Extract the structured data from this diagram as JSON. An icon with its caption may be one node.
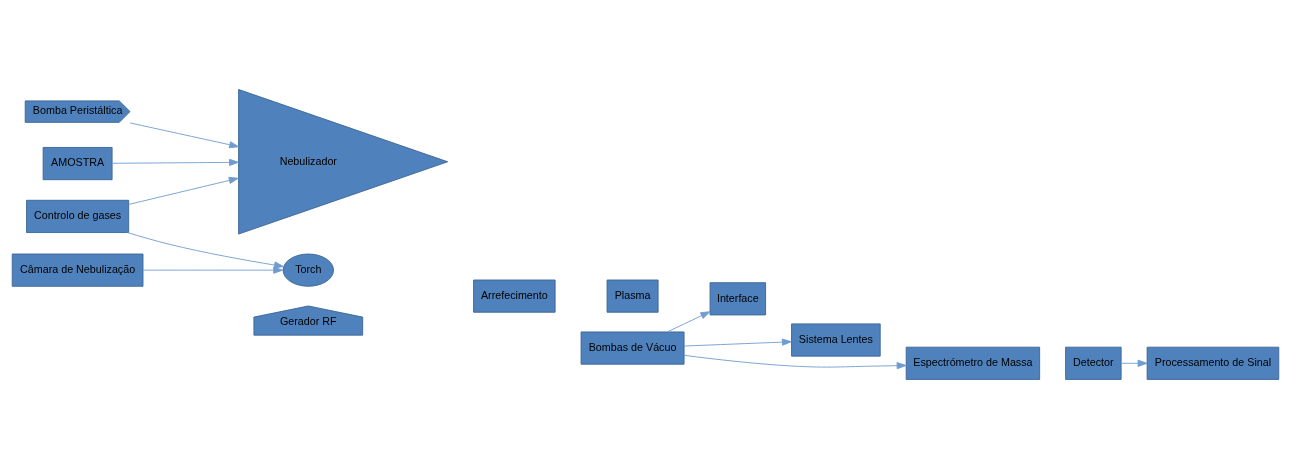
{
  "diagram": {
    "nodes": [
      {
        "text": [
          "Bomba Peristáltica"
        ]
      },
      {
        "text": [
          "AMOSTRA"
        ]
      },
      {
        "text": [
          "Nebulizador"
        ]
      },
      {
        "text": [
          "Câmara de Nebulização"
        ]
      },
      {
        "text": [
          "Torch"
        ]
      },
      {
        "text": [
          "Arrefecimento"
        ]
      },
      {
        "text": [
          "Plasma"
        ]
      },
      {
        "text": [
          "Interface"
        ]
      },
      {
        "text": [
          "Sistema Lentes"
        ]
      },
      {
        "text": [
          "Espectrómetro de Massa"
        ]
      },
      {
        "text": [
          "Detector"
        ]
      },
      {
        "text": [
          "Gerador RF"
        ]
      },
      {
        "text": [
          "Controlo de gases"
        ]
      },
      {
        "text": [
          "Bombas de Vácuo"
        ]
      },
      {
        "text": [
          "Processamento de Sinal"
        ]
      }
    ],
    "edges": [
      {
        "from": 1,
        "to": 2,
        "arrow": "to"
      },
      {
        "from": 0,
        "to": 2,
        "arrow": "to"
      },
      {
        "from": 3,
        "to": 4,
        "arrow": "to"
      },
      {
        "from": 12,
        "to": 2,
        "arrow": "to"
      },
      {
        "from": 12,
        "to": 4,
        "arrow": "to"
      },
      {
        "from": 13,
        "to": 7,
        "arrow": "to"
      },
      {
        "from": 13,
        "to": 8,
        "arrow": "to"
      },
      {
        "from": 13,
        "to": 9,
        "arrow": "to"
      },
      {
        "from": 10,
        "to": 14,
        "arrow": "to"
      }
    ]
  }
}
